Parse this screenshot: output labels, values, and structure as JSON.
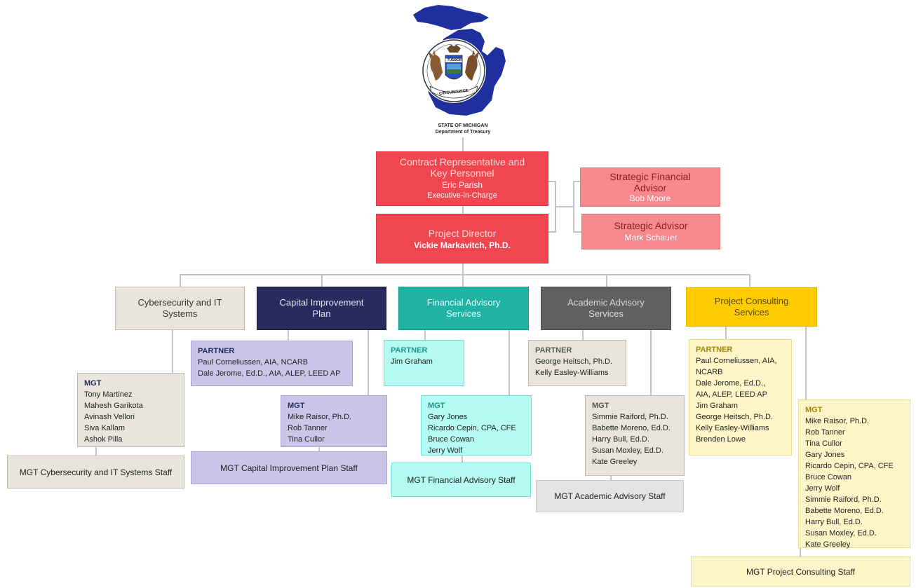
{
  "header": {
    "state": "STATE OF MICHIGAN",
    "department": "Department of Treasury",
    "seal_text": [
      "TUEBOR",
      "CIRCUMSPICE"
    ]
  },
  "exec": {
    "title": "Contract Representative and Key Personnel",
    "name": "Eric Parish",
    "role": "Executive-in-Charge"
  },
  "director": {
    "title": "Project Director",
    "name": "Vickie Markavitch, Ph.D."
  },
  "sfa": {
    "title": "Strategic Financial Advisor",
    "name": "Bob Moore"
  },
  "sa": {
    "title": "Strategic Advisor",
    "name": "Mark Schauer"
  },
  "colors": {
    "red": "#f04650",
    "salmon": "#f5898d",
    "grey": "#e8e6dc",
    "navy": "#292a5e",
    "teal": "#20b3a3",
    "darkgrey": "#606060",
    "gold": "#ffcc00",
    "lavender": "#cbc6e9",
    "cyan": "#b5faf3",
    "lightyellow": "#fff5c9",
    "staffgrey": "#e4e4e4"
  },
  "departments": [
    {
      "title": "Cybersecurity and IT Systems",
      "mgt_label": "MGT",
      "mgt": [
        "Tony Martinez",
        "Mahesh Garikota",
        "Avinash Vellori",
        "Siva Kallam",
        "Ashok Pilla"
      ],
      "staff": "MGT Cybersecurity and IT Systems Staff"
    },
    {
      "title": "Capital Improvement Plan",
      "partner_label": "PARTNER",
      "partner": [
        "Paul Corneliussen, AIA, NCARB",
        "Dale Jerome, Ed.D., AIA, ALEP, LEED AP"
      ],
      "mgt_label": "MGT",
      "mgt": [
        "Mike Raisor, Ph.D.",
        "Rob Tanner",
        "Tina Cullor"
      ],
      "staff": "MGT Capital Improvement Plan Staff"
    },
    {
      "title": "Financial Advisory Services",
      "partner_label": "PARTNER",
      "partner": [
        "Jim Graham"
      ],
      "mgt_label": "MGT",
      "mgt": [
        "Gary Jones",
        "Ricardo Cepin, CPA, CFE",
        "Bruce Cowan",
        "Jerry Wolf"
      ],
      "staff": "MGT Financial Advisory Staff"
    },
    {
      "title": "Academic Advisory Services",
      "partner_label": "PARTNER",
      "partner": [
        "George Heitsch, Ph.D.",
        "Kelly Easley-Williams"
      ],
      "mgt_label": "MGT",
      "mgt": [
        "Simmie Raiford, Ph.D.",
        "Babette Moreno, Ed.D.",
        "Harry Bull, Ed.D.",
        "Susan Moxley, Ed.D.",
        "Kate Greeley"
      ],
      "staff": "MGT Academic Advisory Staff"
    },
    {
      "title": "Project Consulting Services",
      "partner_label": "PARTNER",
      "partner": [
        "Paul Corneliussen, AIA,",
        "NCARB",
        "Dale Jerome, Ed.D.,",
        "AIA, ALEP, LEED AP",
        "Jim Graham",
        "George Heitsch, Ph.D.",
        "Kelly Easley-Williams",
        "Brenden Lowe"
      ],
      "mgt_label": "MGT",
      "mgt": [
        "Mike Raisor, Ph.D.",
        "Rob Tanner",
        "Tina Cullor",
        "Gary Jones",
        "Ricardo Cepin, CPA, CFE",
        "Bruce Cowan",
        "Jerry Wolf",
        "Simmie Raiford, Ph.D.",
        "Babette Moreno, Ed.D.",
        "Harry Bull, Ed.D.",
        "Susan Moxley, Ed.D.",
        "Kate Greeley"
      ],
      "staff": "MGT Project Consulting Staff"
    }
  ]
}
